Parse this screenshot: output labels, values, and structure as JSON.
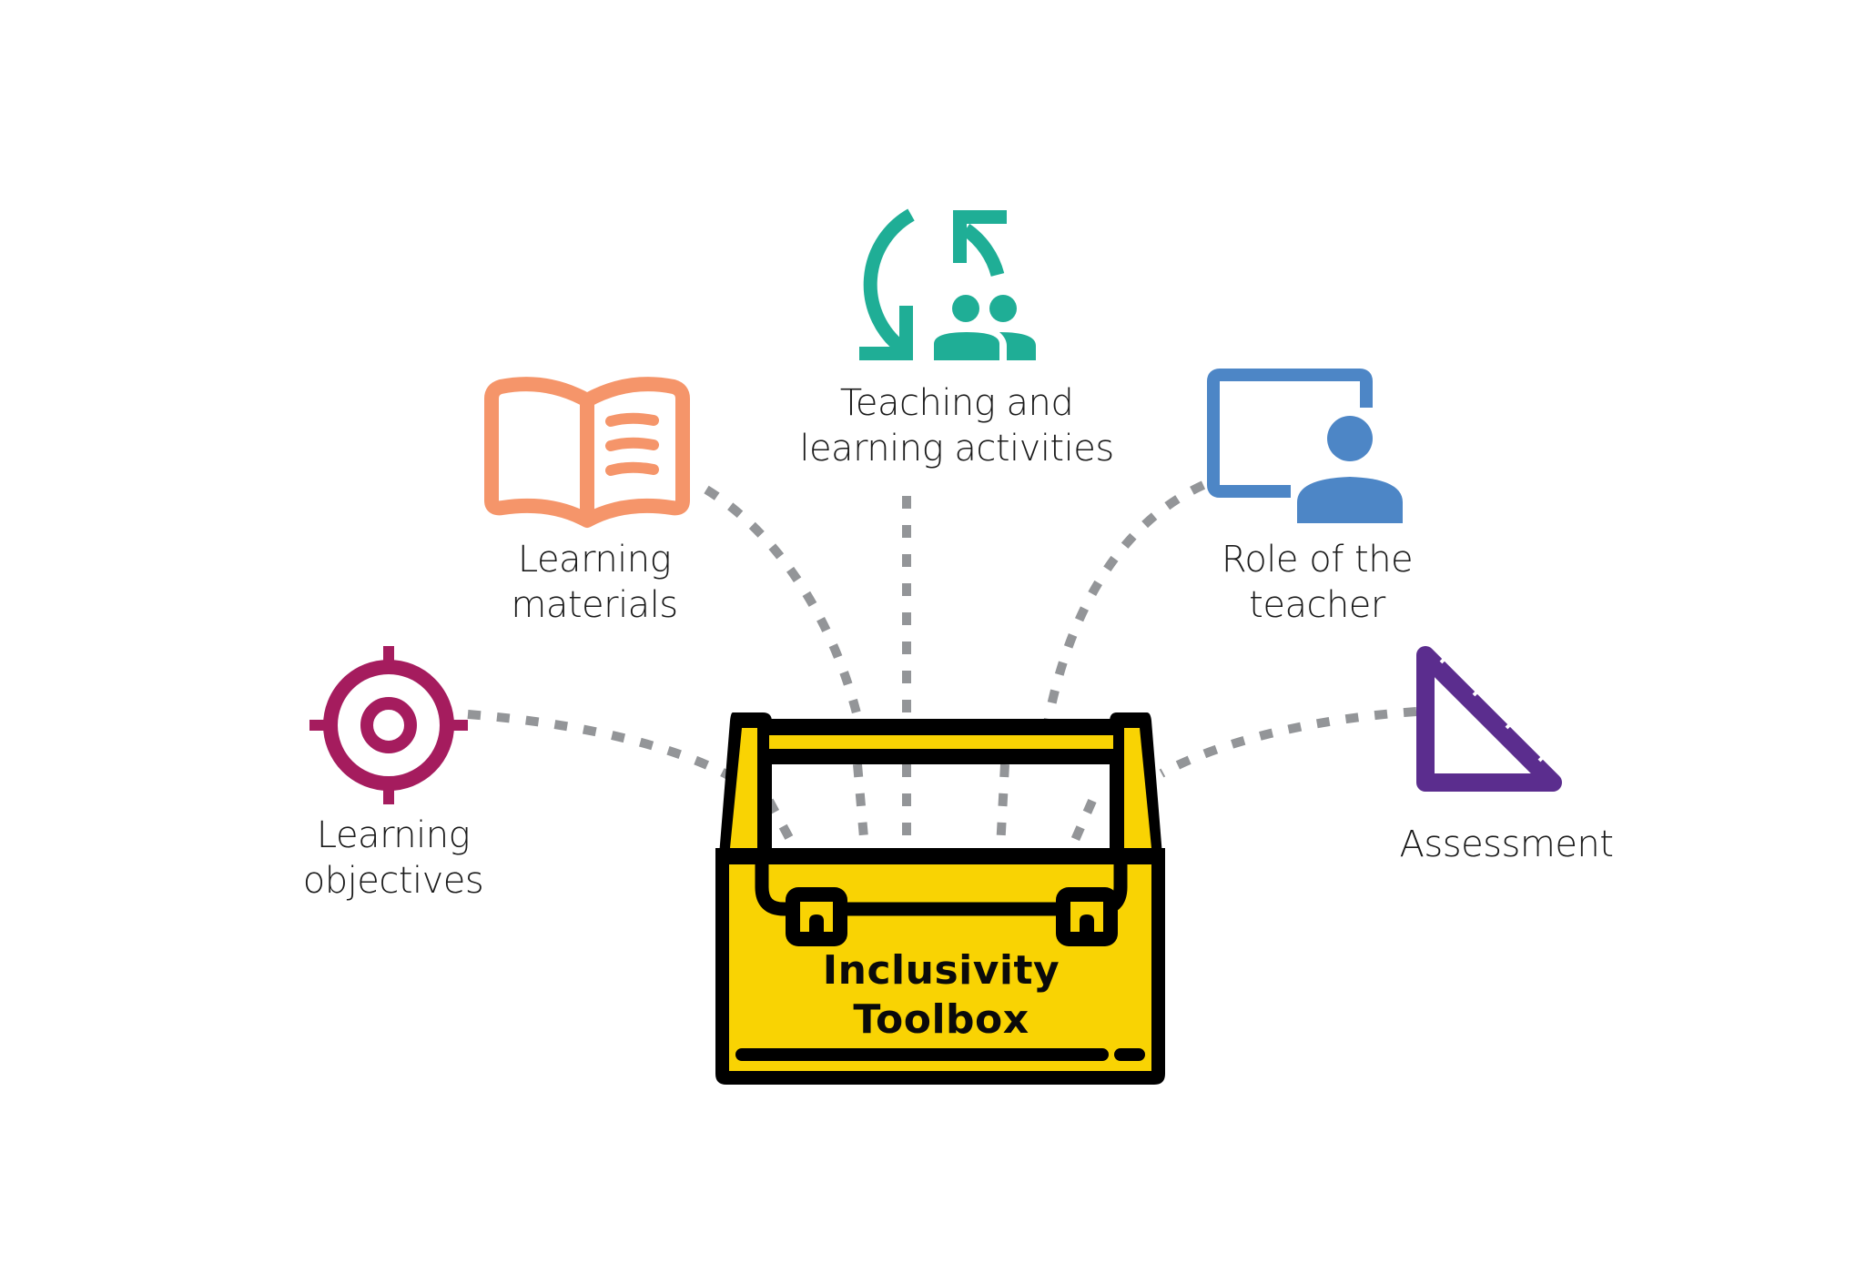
{
  "diagram": {
    "center": {
      "title_line1": "Inclusivity",
      "title_line2": "Toolbox",
      "icon": "toolbox-icon",
      "color": "#F9D303",
      "outline_color": "#000000"
    },
    "connector": {
      "style": "dotted",
      "color": "#939598"
    },
    "nodes": [
      {
        "id": "learning-objectives",
        "line1": "Learning",
        "line2": "objectives",
        "icon": "target-icon",
        "color": "#A51C5E"
      },
      {
        "id": "learning-materials",
        "line1": "Learning",
        "line2": "materials",
        "icon": "open-book-icon",
        "color": "#F5956A"
      },
      {
        "id": "teaching-learning-activities",
        "line1": "Teaching and",
        "line2": "learning activities",
        "icon": "group-cycle-icon",
        "color": "#1FAE96"
      },
      {
        "id": "role-of-teacher",
        "line1": "Role of the",
        "line2": "teacher",
        "icon": "teacher-board-icon",
        "color": "#4D86C6"
      },
      {
        "id": "assessment",
        "line1": "Assessment",
        "line2": "",
        "icon": "set-square-icon",
        "color": "#5B2D8E"
      }
    ]
  }
}
